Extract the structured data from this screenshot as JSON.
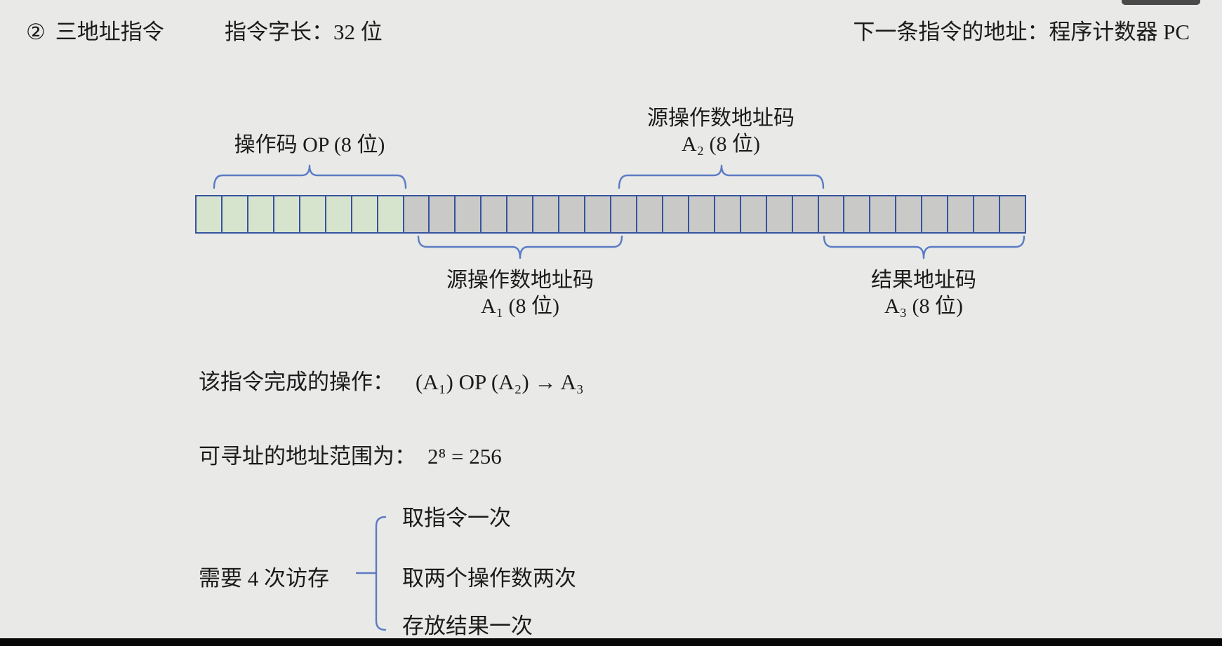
{
  "header": {
    "bullet": "②",
    "title": "三地址指令",
    "word_length": "指令字长：32 位",
    "next_instruction": "下一条指令的地址：程序计数器 PC"
  },
  "instruction_format": {
    "total_bits": 32,
    "fields": [
      {
        "name": "OP",
        "bits": 8,
        "color": "#d6e4ce",
        "label_position": "above",
        "label": "操作码 OP (8 位)"
      },
      {
        "name": "A1",
        "bits": 8,
        "color": "#c9c9c8",
        "label_position": "below",
        "label_line1": "源操作数地址码",
        "label_line2": "A₁ (8 位)"
      },
      {
        "name": "A2",
        "bits": 8,
        "color": "#c9c9c8",
        "label_position": "above",
        "label_line1": "源操作数地址码",
        "label_line2": "A₂ (8 位)"
      },
      {
        "name": "A3",
        "bits": 8,
        "color": "#c9c9c8",
        "label_position": "below",
        "label_line1": "结果地址码",
        "label_line2": "A₃ (8 位)"
      }
    ]
  },
  "operation": {
    "label": "该指令完成的操作：",
    "formula": "(A₁) OP (A₂) → A₃"
  },
  "addressing": {
    "label": "可寻址的地址范围为：",
    "value": "2⁸ = 256"
  },
  "memory_access": {
    "label": "需要 4 次访存",
    "items": [
      "取指令一次",
      "取两个操作数两次",
      "存放结果一次"
    ]
  },
  "colors": {
    "background": "#e9e9e8",
    "cell_green": "#d6e4ce",
    "cell_gray": "#c9c9c8",
    "cell_border_blue": "#35539e",
    "bracket_blue": "#5b7cc4",
    "text": "#1b1b1b"
  }
}
